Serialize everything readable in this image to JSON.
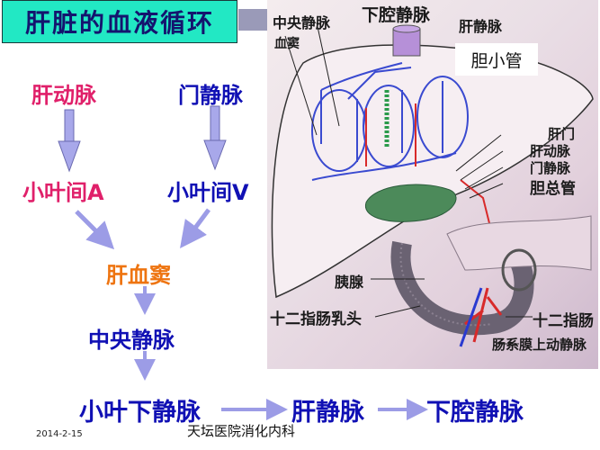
{
  "title": "肝脏的血液循环",
  "flow": {
    "hepatic_artery": "肝动脉",
    "portal_vein": "门静脉",
    "interlobular_artery": "小叶间A",
    "interlobular_vein": "小叶间V",
    "hepatic_sinusoid": "肝血窦",
    "central_vein": "中央静脉",
    "sublobular_vein": "小叶下静脉",
    "hepatic_vein": "肝静脉",
    "inferior_vena_cava": "下腔静脉"
  },
  "illustration": {
    "labels": {
      "central_vein": "中央静脉",
      "ivc": "下腔静脉",
      "hepatic_vein": "肝静脉",
      "sinusoid": "血窦",
      "bile_canaliculus": "胆小管",
      "porta_hepatis": "肝门",
      "hepatic_artery": "肝动脉",
      "portal_vein": "门静脉",
      "common_bile_duct": "胆总管",
      "pancreas": "胰腺",
      "duodenal_papilla": "十二指肠乳头",
      "duodenum": "十二指肠",
      "superior_mesenteric_vessels": "肠系膜上动静脉"
    }
  },
  "footer": {
    "date": "2014-2-15",
    "department": "天坛医院消化内科"
  },
  "colors": {
    "title_bg": "#22e8c4",
    "title_text": "#14146e",
    "artery_text": "#e0206a",
    "vein_text": "#1010b4",
    "sinusoid_text": "#ee7410",
    "arrow": "#9c9ce6"
  }
}
